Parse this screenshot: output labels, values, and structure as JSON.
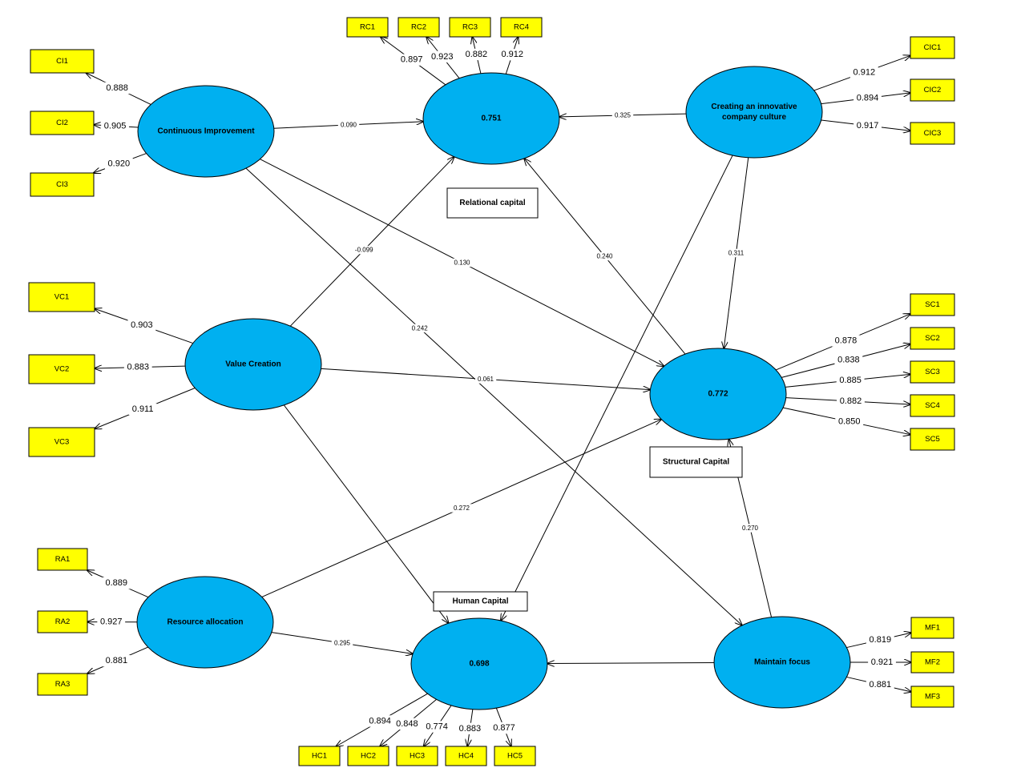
{
  "constructs": {
    "CI": {
      "name": "Continuous Improvement",
      "r2": ""
    },
    "RC": {
      "name": "",
      "r2": "0.751"
    },
    "CIC": {
      "name": "Creating an innovative\ncompany culture",
      "r2": ""
    },
    "VC": {
      "name": "Value Creation",
      "r2": ""
    },
    "SC": {
      "name": "",
      "r2": "0.772"
    },
    "RA": {
      "name": "Resource allocation",
      "r2": ""
    },
    "HC": {
      "name": "",
      "r2": "0.698"
    },
    "MF": {
      "name": "Maintain focus",
      "r2": ""
    }
  },
  "notes": {
    "RC": "Relational capital",
    "SC": "Structural Capital",
    "HC": "Human Capital"
  },
  "indicators": {
    "CI1": "CI1",
    "CI2": "CI2",
    "CI3": "CI3",
    "RC1": "RC1",
    "RC2": "RC2",
    "RC3": "RC3",
    "RC4": "RC4",
    "CIC1": "CIC1",
    "CIC2": "CIC2",
    "CIC3": "CIC3",
    "VC1": "VC1",
    "VC2": "VC2",
    "VC3": "VC3",
    "SC1": "SC1",
    "SC2": "SC2",
    "SC3": "SC3",
    "SC4": "SC4",
    "SC5": "SC5",
    "RA1": "RA1",
    "RA2": "RA2",
    "RA3": "RA3",
    "MF1": "MF1",
    "MF2": "MF2",
    "MF3": "MF3",
    "HC1": "HC1",
    "HC2": "HC2",
    "HC3": "HC3",
    "HC4": "HC4",
    "HC5": "HC5"
  },
  "loadings": {
    "CI1": "0.888",
    "CI2": "0.905",
    "CI3": "0.920",
    "RC1": "0.897",
    "RC2": "0.923",
    "RC3": "0.882",
    "RC4": "0.912",
    "CIC1": "0.912",
    "CIC2": "0.894",
    "CIC3": "0.917",
    "VC1": "0.903",
    "VC2": "0.883",
    "VC3": "0.911",
    "SC1": "0.878",
    "SC2": "0.838",
    "SC3": "0.885",
    "SC4": "0.882",
    "SC5": "0.850",
    "RA1": "0.889",
    "RA2": "0.927",
    "RA3": "0.881",
    "MF1": "0.819",
    "MF2": "0.921",
    "MF3": "0.881",
    "HC1": "0.894",
    "HC2": "0.848",
    "HC3": "0.774",
    "HC4": "0.883",
    "HC5": "0.877"
  },
  "paths": {
    "CI_RC": "0.090",
    "CI_SC": "0.130",
    "CI_MF": "0.242",
    "VC_RC": "-0.099",
    "VC_SC": "0.061",
    "VC_HC": "",
    "CIC_RC": "0.325",
    "CIC_SC": "0.311",
    "CIC_HC": "",
    "RA_SC": "0.272",
    "RA_HC": "0.295",
    "SC_RC": "0.240",
    "MF_SC": "0.270",
    "MF_HC": ""
  },
  "colors": {
    "construct_fill": "#00b0f0",
    "indicator_fill": "#ffff00",
    "line": "#000000"
  }
}
